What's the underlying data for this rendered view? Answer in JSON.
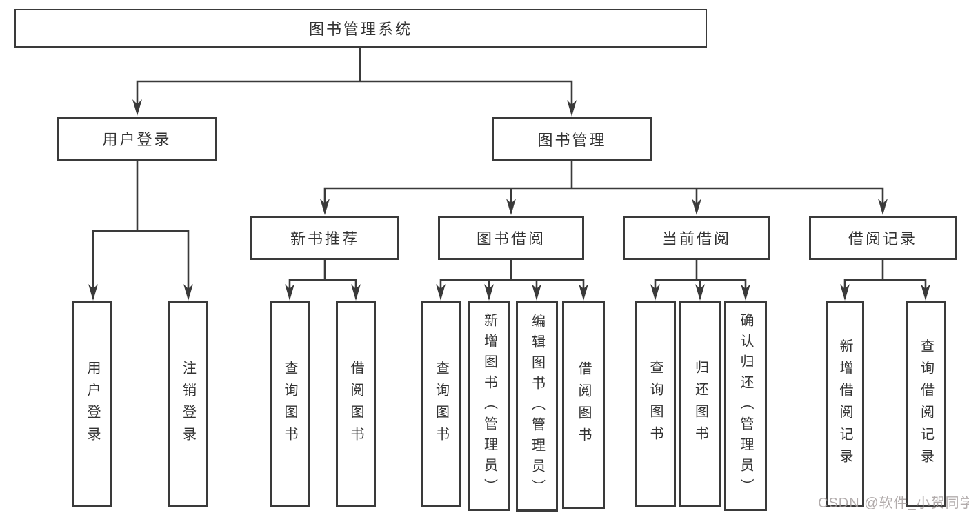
{
  "tree": {
    "root": "图书管理系统",
    "children": [
      {
        "label": "用户登录",
        "children": [
          {
            "label": "用户登录"
          },
          {
            "label": "注销登录"
          }
        ]
      },
      {
        "label": "图书管理",
        "children": [
          {
            "label": "新书推荐",
            "children": [
              {
                "label": "查询图书"
              },
              {
                "label": "借阅图书"
              }
            ]
          },
          {
            "label": "图书借阅",
            "children": [
              {
                "label": "查询图书"
              },
              {
                "label": "新增图书（管理员）"
              },
              {
                "label": "编辑图书（管理员）"
              },
              {
                "label": "借阅图书"
              }
            ]
          },
          {
            "label": "当前借阅",
            "children": [
              {
                "label": "查询图书"
              },
              {
                "label": "归还图书"
              },
              {
                "label": "确认归还（管理员）"
              }
            ]
          },
          {
            "label": "借阅记录",
            "children": [
              {
                "label": "新增借阅记录"
              },
              {
                "label": "查询借阅记录"
              }
            ]
          }
        ]
      }
    ]
  },
  "watermark": {
    "text": "CSDN @软件_小贺同学"
  },
  "colors": {
    "line": "#3a3a3a",
    "text": "#333333",
    "background": "#ffffff",
    "watermark": "#a49e9e"
  }
}
